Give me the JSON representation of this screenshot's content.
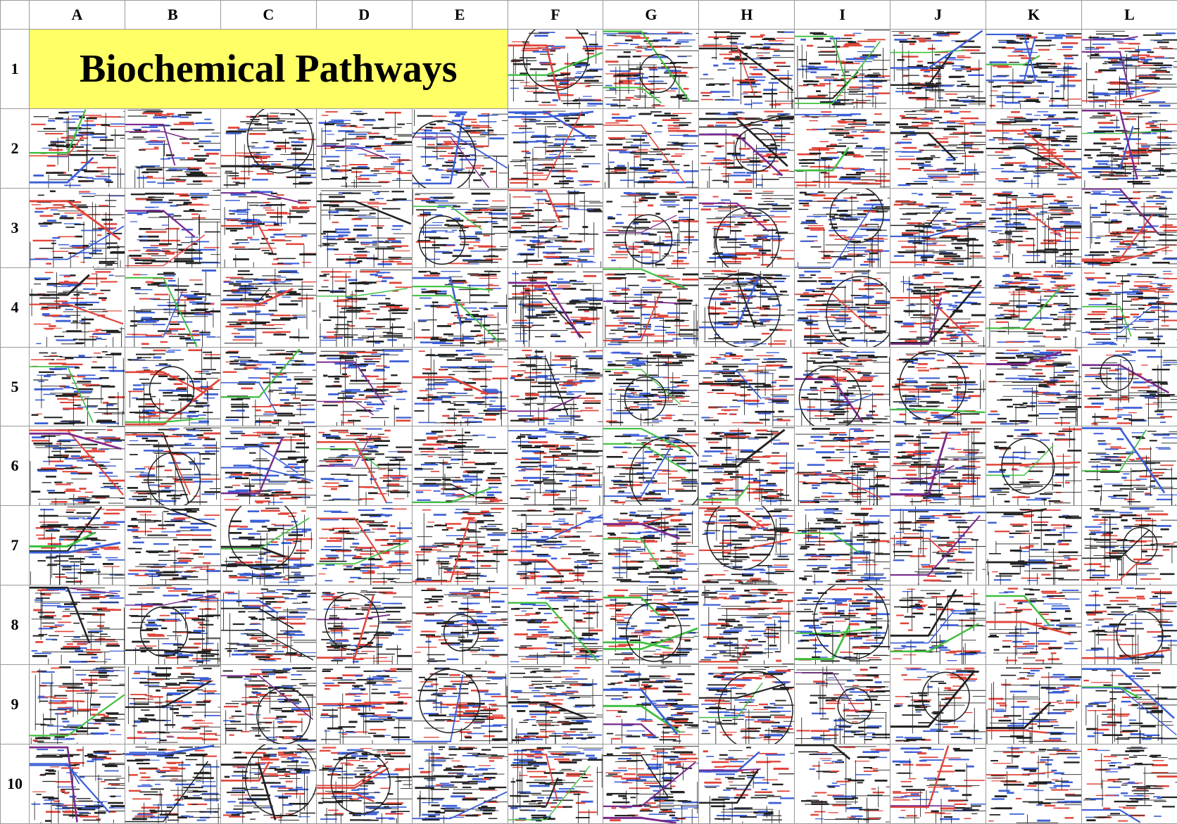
{
  "title": "Biochemical Pathways",
  "columns": [
    "A",
    "B",
    "C",
    "D",
    "E",
    "F",
    "G",
    "H",
    "I",
    "J",
    "K",
    "L"
  ],
  "rows": [
    "1",
    "2",
    "3",
    "4",
    "5",
    "6",
    "7",
    "8",
    "9",
    "10"
  ],
  "title_span": {
    "row": "1",
    "from_col": "A",
    "to_col": "E"
  },
  "colors": {
    "title_background": "#ffff66",
    "diagram_black": "#222222",
    "diagram_red": "#e0453a",
    "diagram_blue": "#3b5fd6",
    "diagram_green": "#3fbf3f",
    "diagram_purple": "#7a2a8c",
    "grid_line": "#9a9a9a"
  },
  "tile_content": "pathway-map-thumbnail"
}
